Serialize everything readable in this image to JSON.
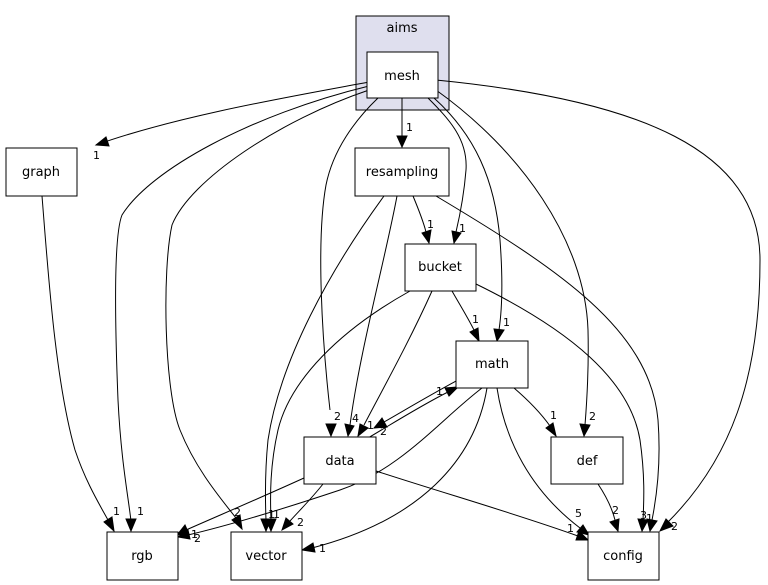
{
  "cluster": {
    "label": "aims",
    "fill": "#dfdfee"
  },
  "colors": {
    "focus_fill": "#eeeeff",
    "node_fill": "#ffffff",
    "stroke": "#000000"
  },
  "nodes": {
    "mesh": "mesh",
    "graph": "graph",
    "resampling": "resampling",
    "bucket": "bucket",
    "math": "math",
    "data": "data",
    "def": "def",
    "rgb": "rgb",
    "vector": "vector",
    "config": "config"
  },
  "edges": [
    {
      "id": "mesh-graph",
      "from": "mesh",
      "to": "graph",
      "count": "1"
    },
    {
      "id": "mesh-resampling",
      "from": "mesh",
      "to": "resampling",
      "count": "1"
    },
    {
      "id": "mesh-rgb",
      "from": "mesh",
      "to": "rgb",
      "count": "1"
    },
    {
      "id": "mesh-vector",
      "from": "mesh",
      "to": "vector",
      "count": "2"
    },
    {
      "id": "mesh-data",
      "from": "mesh",
      "to": "data",
      "count": "2"
    },
    {
      "id": "mesh-bucket",
      "from": "mesh",
      "to": "bucket",
      "count": "1"
    },
    {
      "id": "mesh-math",
      "from": "mesh",
      "to": "math",
      "count": "1"
    },
    {
      "id": "mesh-def",
      "from": "mesh",
      "to": "def",
      "count": "2"
    },
    {
      "id": "mesh-config",
      "from": "mesh",
      "to": "config",
      "count": "2"
    },
    {
      "id": "graph-rgb",
      "from": "graph",
      "to": "rgb",
      "count": "1"
    },
    {
      "id": "resampling-bucket",
      "from": "resampling",
      "to": "bucket",
      "count": "1"
    },
    {
      "id": "resampling-data",
      "from": "resampling",
      "to": "data",
      "count": "4"
    },
    {
      "id": "resampling-vector",
      "from": "resampling",
      "to": "vector",
      "count": "1"
    },
    {
      "id": "resampling-config",
      "from": "resampling",
      "to": "config",
      "count": "3"
    },
    {
      "id": "bucket-math",
      "from": "bucket",
      "to": "math",
      "count": "1"
    },
    {
      "id": "bucket-data",
      "from": "bucket",
      "to": "data",
      "count": "1"
    },
    {
      "id": "bucket-vector",
      "from": "bucket",
      "to": "vector",
      "count": "1"
    },
    {
      "id": "bucket-config",
      "from": "bucket",
      "to": "config",
      "count": "1"
    },
    {
      "id": "math-data",
      "from": "math",
      "to": "data",
      "count": "2"
    },
    {
      "id": "data-math",
      "from": "data",
      "to": "math",
      "count": "1"
    },
    {
      "id": "math-def",
      "from": "math",
      "to": "def",
      "count": "1"
    },
    {
      "id": "math-config",
      "from": "math",
      "to": "config",
      "count": "5"
    },
    {
      "id": "math-vector",
      "from": "math",
      "to": "vector",
      "count": "1"
    },
    {
      "id": "math-rgb",
      "from": "math",
      "to": "rgb",
      "count": "1"
    },
    {
      "id": "data-rgb",
      "from": "data",
      "to": "rgb",
      "count": "2"
    },
    {
      "id": "data-vector",
      "from": "data",
      "to": "vector",
      "count": "2"
    },
    {
      "id": "data-config",
      "from": "data",
      "to": "config",
      "count": "1"
    },
    {
      "id": "def-config",
      "from": "def",
      "to": "config",
      "count": "2"
    }
  ]
}
